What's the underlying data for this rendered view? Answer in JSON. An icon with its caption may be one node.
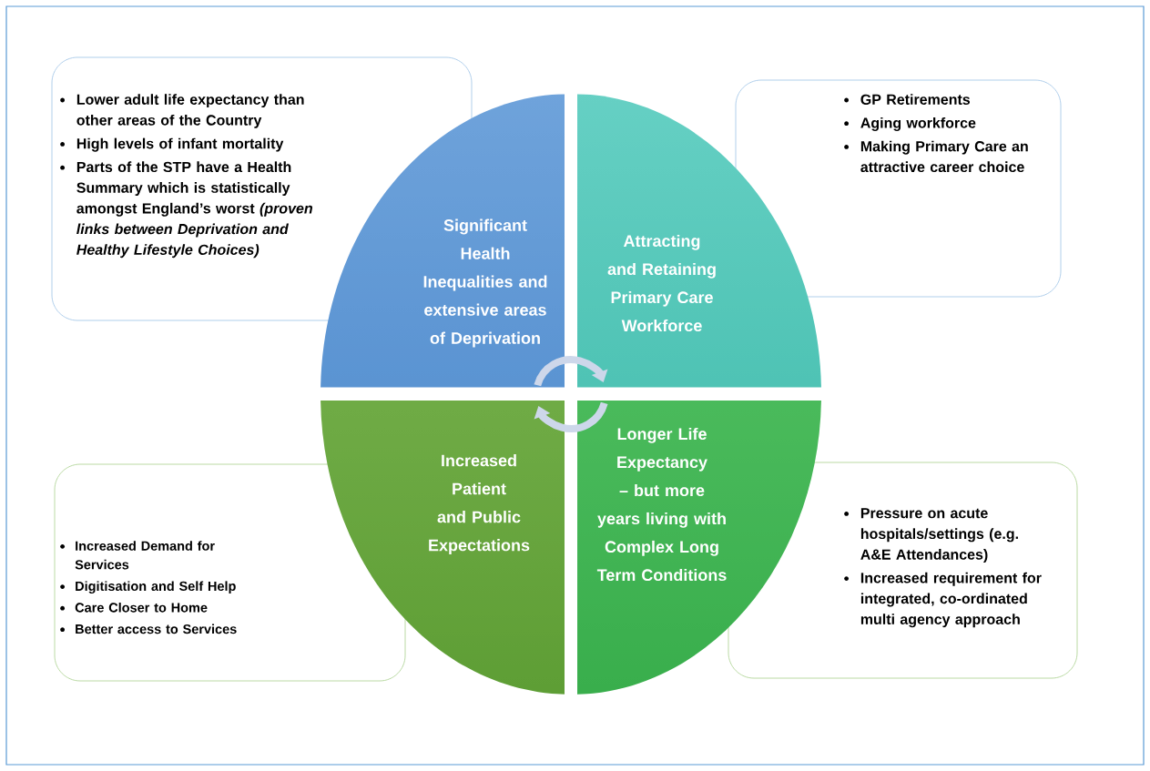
{
  "diagram": {
    "nodes": [
      {
        "text": [
          "Lower adult life expectancy than other areas of the Country",
          "High levels of infant mortality",
          "Parts of the STP have a Health Summary which is statistically amongst England’s worst *(proven links between Deprivation and Healthy Lifestyle Choices)*"
        ]
      },
      {
        "text": [
          "Significant Health Inequalities and extensive areas of Deprivation"
        ]
      },
      {
        "text": [
          "Attracting and Retaining Primary Care Workforce"
        ]
      },
      {
        "text": [
          "GP Retirements",
          "Aging workforce",
          "Making Primary Care an attractive career choice"
        ]
      },
      {
        "text": [
          "Increased Patient and Public Expectations"
        ]
      },
      {
        "text": [
          "Longer Life Expectancy – but more years living with Complex Long Term Conditions"
        ]
      },
      {
        "text": [
          "Increased Demand for Services",
          "Digitisation and Self Help",
          "Care Closer to Home",
          "Better access to Services"
        ]
      },
      {
        "text": [
          "Pressure on acute hospitals/settings  (e.g. A&E Attendances)",
          "Increased requirement for integrated, co-ordinated multi agency approach"
        ]
      }
    ]
  }
}
